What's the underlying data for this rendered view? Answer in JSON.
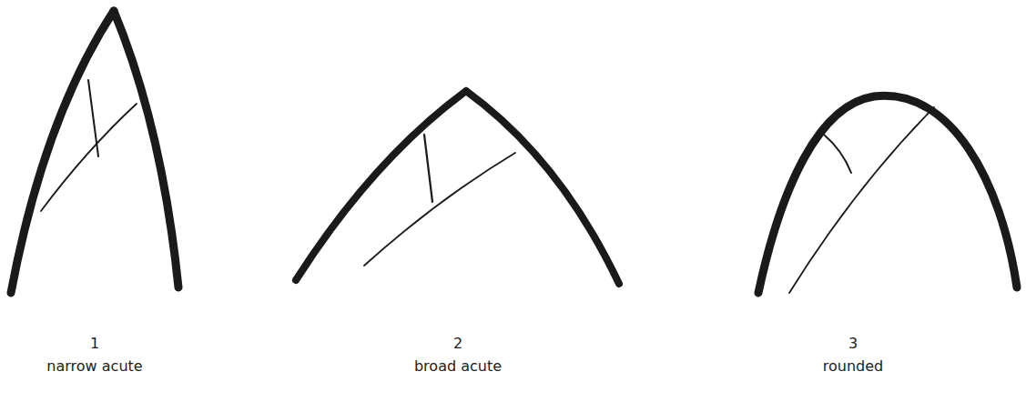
{
  "diagram": {
    "labels": [
      "1",
      "narrow acute",
      "2",
      "broad acute",
      "3",
      "rounded"
    ]
  }
}
